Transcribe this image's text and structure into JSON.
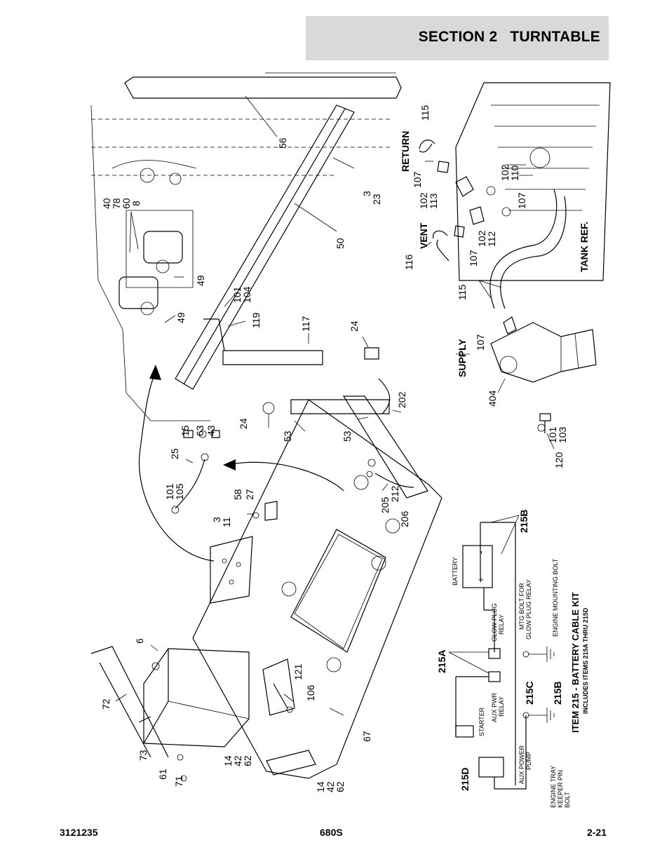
{
  "header": {
    "section_title": "SECTION 2   TURNTABLE"
  },
  "footer": {
    "doc_number": "3121235",
    "model": "680S",
    "page": "2-21"
  },
  "callouts": {
    "c40": "40",
    "c78": "78",
    "c60": "60",
    "c8": "8",
    "c56": "56",
    "c3a": "3",
    "c23": "23",
    "c50": "50",
    "c49a": "49",
    "c49b": "49",
    "c101a": "101",
    "c104": "104",
    "c119": "119",
    "c117": "117",
    "c24a": "24",
    "c24b": "24",
    "c202": "202",
    "c53a": "53",
    "c53b": "53",
    "c15": "15",
    "c63": "63",
    "c43": "43",
    "c25": "25",
    "c101b": "101",
    "c105": "105",
    "c58": "58",
    "c27": "27",
    "c3b": "3",
    "c11": "11",
    "c205": "205",
    "c212": "212",
    "c206": "206",
    "c6": "6",
    "c72": "72",
    "c121": "121",
    "c106": "106",
    "c67": "67",
    "c73": "73",
    "c61": "61",
    "c71": "71",
    "c14a": "14",
    "c42a": "42",
    "c62a": "62",
    "c14b": "14",
    "c42b": "42",
    "c62b": "62",
    "c115a": "115",
    "c107a": "107",
    "c102a": "102",
    "c113": "113",
    "c102b": "102",
    "c110": "110",
    "c107b": "107",
    "c116": "116",
    "c107c": "107",
    "c102c": "102",
    "c112": "112",
    "c115b": "115",
    "c107d": "107",
    "c404": "404",
    "c120": "120",
    "c101c": "101",
    "c103": "103"
  },
  "hose_labels": {
    "return": "RETURN",
    "vent": "VENT",
    "supply": "SUPPLY",
    "tank_ref": "TANK REF."
  },
  "kit": {
    "c215a": "215A",
    "c215b1": "215B",
    "c215b2": "215B",
    "c215c": "215C",
    "c215d": "215D",
    "battery": "BATTERY",
    "plus": "+",
    "minus": "-",
    "glow_plug_relay_1": "GLOW PLUG",
    "glow_plug_relay_2": "RELAY",
    "mtg_bolt_1": "MTG BOLT FOR",
    "mtg_bolt_2": "GLOW PLUG RELAY",
    "engine_mounting_bolt": "ENGINE MOUNTING BOLT",
    "starter": "STARTER",
    "aux_pwr_1": "AUX PWR",
    "aux_pwr_2": "RELAY",
    "aux_pump_1": "AUX POWER",
    "aux_pump_2": "PUMP",
    "engine_tray_1": "ENGINE TRAY",
    "engine_tray_2": "KEEPER PIN",
    "engine_tray_3": "BOLT",
    "title": "ITEM 215 - BATTERY CABLE KIT",
    "subtitle": "INCLUDES ITEMS 215A THRU 215D"
  }
}
